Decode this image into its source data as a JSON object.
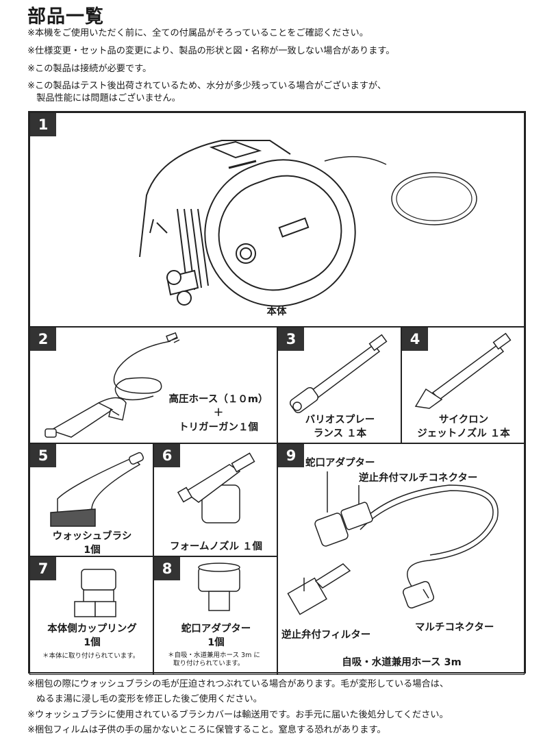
{
  "title": "部品一覧",
  "notes": [
    "※本機をご使用いただく前に、全ての付属品がそろっていることをご確認ください。",
    "※仕様変更・セット品の変更により、製品の形状と図・名称が一致しない場合があります。",
    "※この製品は接続が必要です。",
    "※この製品はテスト後出荷されているため、水分が多少残っている場合がございますが、",
    "　製品性能には問題はございません。"
  ],
  "items": {
    "body": {
      "num": "1",
      "label": "本体"
    },
    "hose": {
      "num": "2",
      "label1": "高圧ホース（１０m）",
      "label2": "＋",
      "label3": "トリガーガン１個"
    },
    "vario": {
      "num": "3",
      "label1": "バリオスプレー",
      "label2": "ランス １本"
    },
    "cyclone": {
      "num": "4",
      "label1": "サイクロン",
      "label2": "ジェットノズル １本"
    },
    "brush": {
      "num": "5",
      "label1": "ウォッシュブラシ",
      "label2": "1個"
    },
    "foam": {
      "num": "6",
      "label1": "フォームノズル １個"
    },
    "coupling": {
      "num": "7",
      "label1": "本体側カップリング",
      "label2": "1個",
      "note": "＊本体に取り付けられています。"
    },
    "faucet": {
      "num": "8",
      "label1": "蛇口アダプター",
      "label2": "1個",
      "note1": "＊自吸・水道兼用ホース 3m に",
      "note2": "取り付けられています。"
    },
    "suction": {
      "num": "9",
      "faucet_label": "蛇口アダプター",
      "check_label": "逆止弁付マルチコネクター",
      "filter_label": "逆止弁付フィルター",
      "multi_label": "マルチコネクター",
      "caption": "自吸・水道兼用ホース 3m"
    }
  },
  "footnotes": [
    "※梱包の際にウォッシュブラシの毛が圧迫されつぶれている場合があります。毛が変形している場合は、",
    "　ぬるま湯に浸し毛の変形を修正した後ご使用ください。",
    "※ウォッシュブラシに使用されているブラシカバーは輸送用です。お手元に届いた後処分してください。",
    "※梱包フィルムは子供の手の届かないところに保管すること。窒息する恐れがあります。"
  ]
}
